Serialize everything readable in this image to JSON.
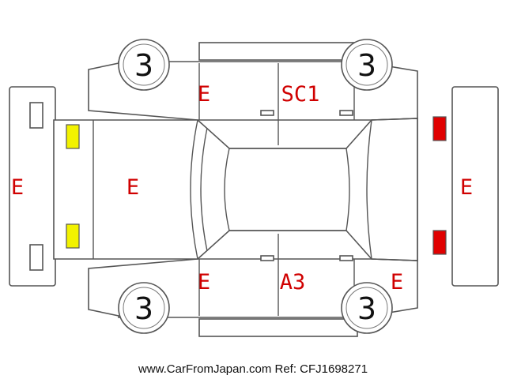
{
  "diagram": {
    "tyre_depth_marks": [
      "3",
      "3",
      "3",
      "3"
    ],
    "damage_codes": {
      "rear_bumper": "E",
      "roof": "E",
      "front_bumper": "E",
      "left_rear_door": "E",
      "left_front_door": "SC1",
      "right_rear_door": "E",
      "right_front_door": "A3",
      "right_front_fender": "E"
    },
    "colors": {
      "code_text": "#d00000",
      "rear_lights": "#f2f200",
      "front_lights": "#e00000",
      "outline": "#555555"
    }
  },
  "footer": "www.CarFromJapan.com Ref: CFJ1698271"
}
